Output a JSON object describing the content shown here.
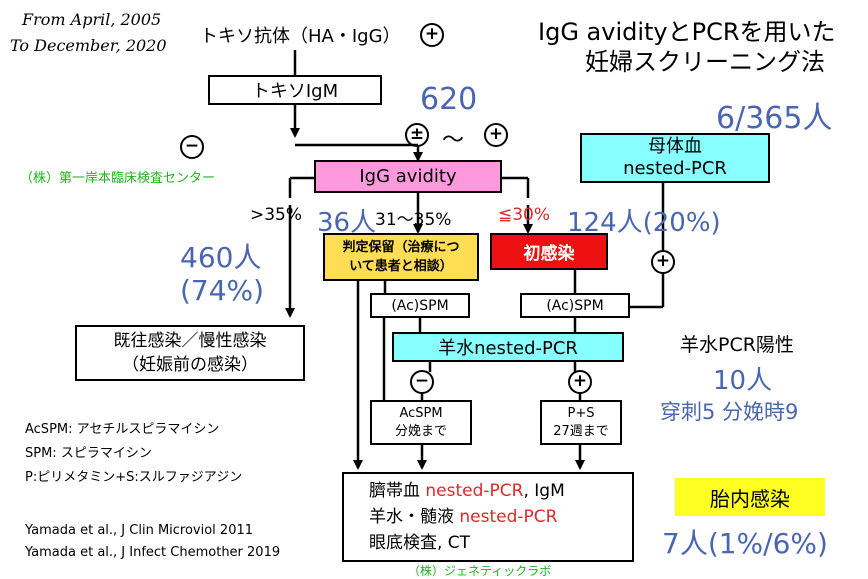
{
  "period": {
    "line1": "From April, 2005",
    "line2": "To December, 2020"
  },
  "title": {
    "line1": "IgG avidityとPCRを用いた",
    "line2": "妊婦スクリーニング法"
  },
  "nodes": {
    "toxo_antibody": "トキソ抗体（HA・IgG）",
    "toxo_igm": "トキソIgM",
    "igg_avidity": "IgG avidity",
    "maternal_pcr_line1": "母体血",
    "maternal_pcr_line2": "nested-PCR",
    "pending_line1": "判定保留（治療につ",
    "pending_line2": "いて患者と相談）",
    "primary": "初感染",
    "acspm_left": "(Ac)SPM",
    "acspm_right": "(Ac)SPM",
    "amniotic_pcr": "羊水nested-PCR",
    "past_line1": "既往感染／慢性感染",
    "past_line2": "（妊娠前の感染）",
    "acspm_until_line1": "AcSPM",
    "acspm_until_line2": "分娩まで",
    "ps_until_line1": "P+S",
    "ps_until_line2": "27週まで",
    "cord_blood_prefix": "臍帯血 ",
    "cord_blood_pcr": "nested-PCR",
    "cord_blood_suffix": ", IgM",
    "amniotic_csf_prefix": "羊水・髄液 ",
    "amniotic_csf_pcr": "nested-PCR",
    "fundus": "眼底検査,  CT",
    "congenital": "胎内感染"
  },
  "signs": {
    "plus": "+",
    "minus": "−",
    "plus_minus": "±",
    "tilde": "〜"
  },
  "labels": {
    "gt35": ">35%",
    "range": "31〜35%",
    "le30": "≦30%",
    "amniotic_positive": "羊水PCR陽性",
    "lab_first": "（株）第一岸本臨床検査センター",
    "lab_genetic": "（株）ジェネティックラボ"
  },
  "counts": {
    "n620": "620",
    "maternal": "6/365人",
    "n36": "36人",
    "n124": "124人(20%)",
    "n460": "460人",
    "pct74": "(74%)",
    "n10": "10人",
    "breakdown": "穿刺5 分娩時9",
    "n7": "7人(1%/6%)"
  },
  "legend": [
    "AcSPM: アセチルスピラマイシン",
    "SPM: スピラマイシン",
    "P:ピリメタミン+S:スルファジアジン"
  ],
  "references": [
    "Yamada et al., J Clin Microviol 2011",
    "Yamada et al., J Infect Chemother 2019"
  ],
  "colors": {
    "count_blue": "#4a66b0",
    "highlight_red": "#e02828",
    "lab_green": "#1fb51f",
    "avidity_pink": "#ff99dd",
    "pcr_cyan": "#88ffff",
    "pending_yellow": "#ffdd55",
    "primary_red": "#ee1111",
    "congenital_yellow": "#ffff22"
  }
}
